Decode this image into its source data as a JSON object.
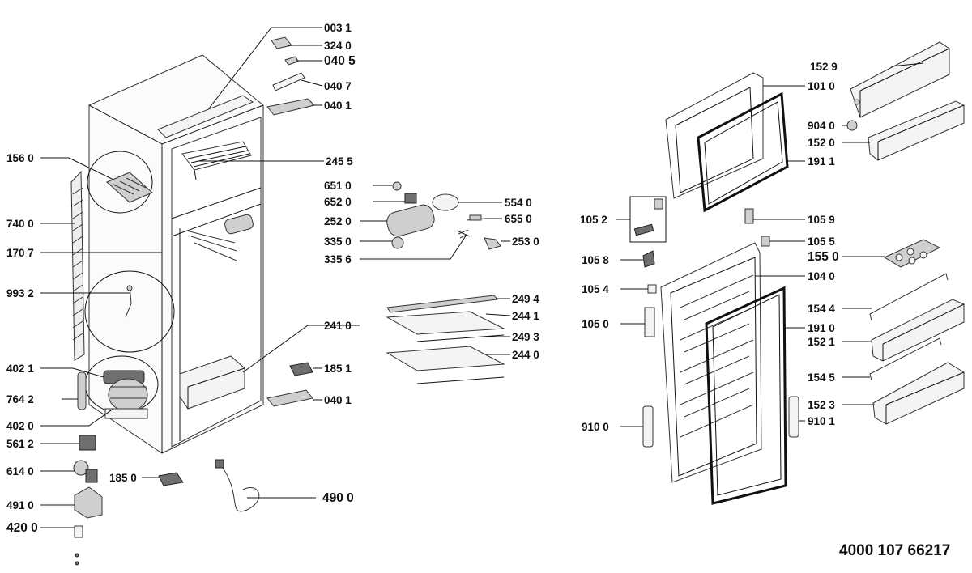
{
  "drawing_number": "4000  107 66217",
  "part_labels": {
    "l0031": "003 1",
    "l3240": "324 0",
    "l0405": "040 5",
    "l0407": "040 7",
    "l0401a": "040 1",
    "l1560": "156 0",
    "l2455": "245 5",
    "l6510": "651 0",
    "l6520": "652 0",
    "l5540": "554 0",
    "l7400": "740 0",
    "l2520": "252 0",
    "l6550": "655 0",
    "l3350": "335 0",
    "l2530": "253 0",
    "l1707": "170 7",
    "l3356": "335 6",
    "l9932": "993 2",
    "l2494": "249 4",
    "l2441": "244 1",
    "l2410": "241 0",
    "l2493": "249 3",
    "l2440": "244 0",
    "l4021": "402 1",
    "l1851": "185 1",
    "l7642": "764 2",
    "l0401b": "040 1",
    "l4020": "402 0",
    "l5612": "561 2",
    "l6140": "614 0",
    "l1850": "185 0",
    "l4910": "491 0",
    "l4900": "490 0",
    "l4200": "420 0",
    "l1529": "152 9",
    "l1010": "101 0",
    "l9040": "904 0",
    "l1520": "152 0",
    "l1911": "191 1",
    "l1052": "105 2",
    "l1059": "105 9",
    "l1055": "105 5",
    "l1058": "105 8",
    "l1550": "155 0",
    "l1040": "104 0",
    "l1054": "105 4",
    "l1544": "154 4",
    "l1050": "105 0",
    "l1910": "191 0",
    "l1521": "152 1",
    "l1545": "154 5",
    "l1523": "152 3",
    "l9100": "910 0",
    "l9101": "910 1"
  }
}
